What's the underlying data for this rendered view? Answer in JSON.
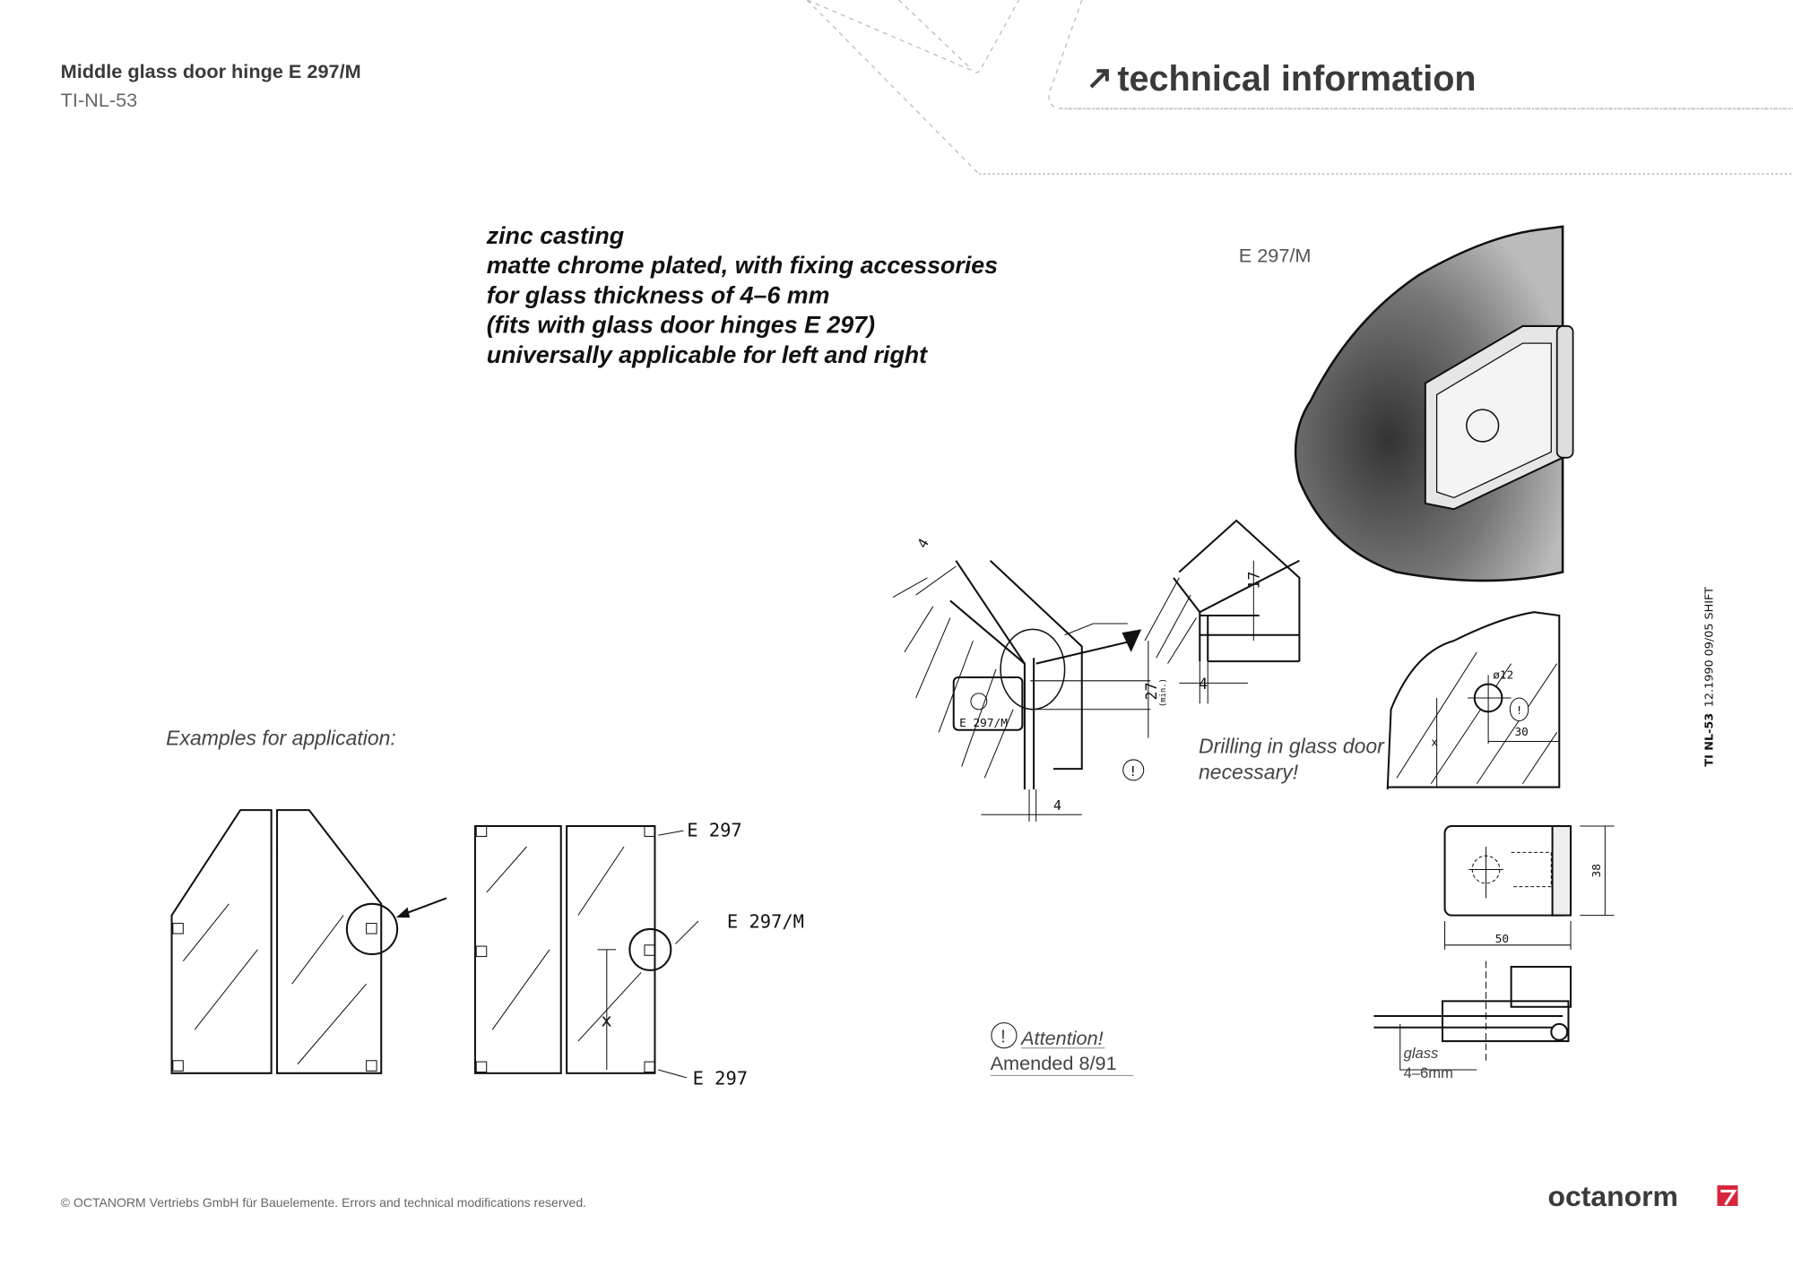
{
  "header": {
    "title": "Middle glass door hinge E 297/M",
    "doc_code": "TI-NL-53",
    "section_heading": "technical information",
    "arrow_icon": "arrow-up-right-icon"
  },
  "description": [
    "zinc casting",
    "matte chrome plated, with fixing accessories",
    "for glass thickness of 4–6 mm",
    "(fits with glass door hinges E 297)",
    "universally applicable for left and right"
  ],
  "product_photo_label": "E 297/M",
  "technical_drawing": {
    "dim_4_top": "4",
    "dim_17": "17",
    "dim_27": "27",
    "dim_min": "(min.)",
    "dim_4_mid": "4",
    "dim_4_bottom": "4",
    "hinge_label": "E 297/M",
    "attention_mark": "!"
  },
  "drilling": {
    "note_line1": "Drilling in glass door",
    "note_line2": "necessary!",
    "diameter": "ø12",
    "dim_30": "30",
    "dim_x": "x",
    "attention_mark": "!"
  },
  "dimensions": {
    "height": "38",
    "width": "50",
    "glass_label": "glass",
    "glass_thickness": "4–6mm"
  },
  "attention": {
    "mark": "!",
    "line1": "Attention!",
    "line2": "Amended 8/91"
  },
  "examples": {
    "heading": "Examples for application:",
    "label_e297_top": "E 297",
    "label_e297m": "E 297/M",
    "label_e297_bottom": "E 297",
    "dim_x": "x"
  },
  "side_stamp": {
    "code": "TI NL-53",
    "revision": "12.1990 09/05 SHIFT"
  },
  "footer": {
    "copyright": "© OCTANORM Vertriebs GmbH für Bauelemente. Errors and technical modifications reserved.",
    "logo_text": "octanorm",
    "brand_color": "#d7263d"
  }
}
